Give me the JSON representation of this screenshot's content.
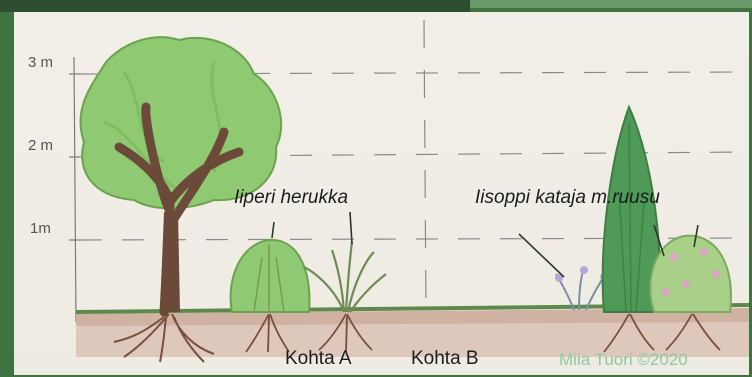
{
  "scale": {
    "marks": [
      {
        "key": "3m",
        "label": "3 m"
      },
      {
        "key": "2m",
        "label": "2 m"
      },
      {
        "key": "1m",
        "label": "1m"
      }
    ]
  },
  "labels": {
    "plant_left": "Iiperi herukka",
    "plant_right": "Iisoppi kataja m.ruusu",
    "point_a": "Kohta A",
    "point_b": "Kohta B"
  },
  "credit": "Miia Tuori ©2020",
  "colors": {
    "frame": "#3f7442",
    "paper": "#f2efe8",
    "credit_text": "#8ec9a0",
    "ground_grass": "#5d8a4a",
    "soil": "#c9a896"
  }
}
